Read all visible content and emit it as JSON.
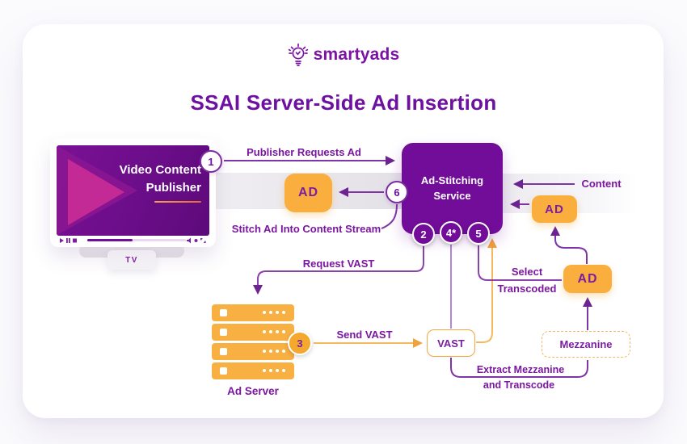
{
  "brand": {
    "logo_text": "smartyads"
  },
  "title": "SSAI Server-Side Ad Insertion",
  "colors": {
    "brand_purple": "#720d9a",
    "label_purple": "#7b16a0",
    "accent_orange": "#f9ae3d",
    "connector_purple": "#7e35a5",
    "connector_orange": "#f6b85c",
    "stream_gray": "#e6e4e8"
  },
  "tv": {
    "screen_title_line1": "Video Content",
    "screen_title_line2": "Publisher",
    "device_label": "TV"
  },
  "nodes": {
    "ad_stitching": {
      "line1": "Ad-Stitching",
      "line2": "Service"
    },
    "ad_chip_stream": "AD",
    "ad_chip_content": "AD",
    "ad_chip_transcoded": "AD",
    "vast_label": "VAST",
    "mezzanine_label": "Mezzanine",
    "ad_server_label": "Ad Server"
  },
  "steps": [
    "1",
    "2",
    "3",
    "4*",
    "5",
    "6"
  ],
  "labels": {
    "publisher_requests_ad": "Publisher Requests Ad",
    "content": "Content",
    "stitch_ad": "Stitch Ad Into Content Stream",
    "request_vast": "Request VAST",
    "send_vast": "Send VAST",
    "select_line1": "Select",
    "select_line2": "Transcoded",
    "extract_line1": "Extract Mezzanine",
    "extract_line2": "and Transcode"
  }
}
